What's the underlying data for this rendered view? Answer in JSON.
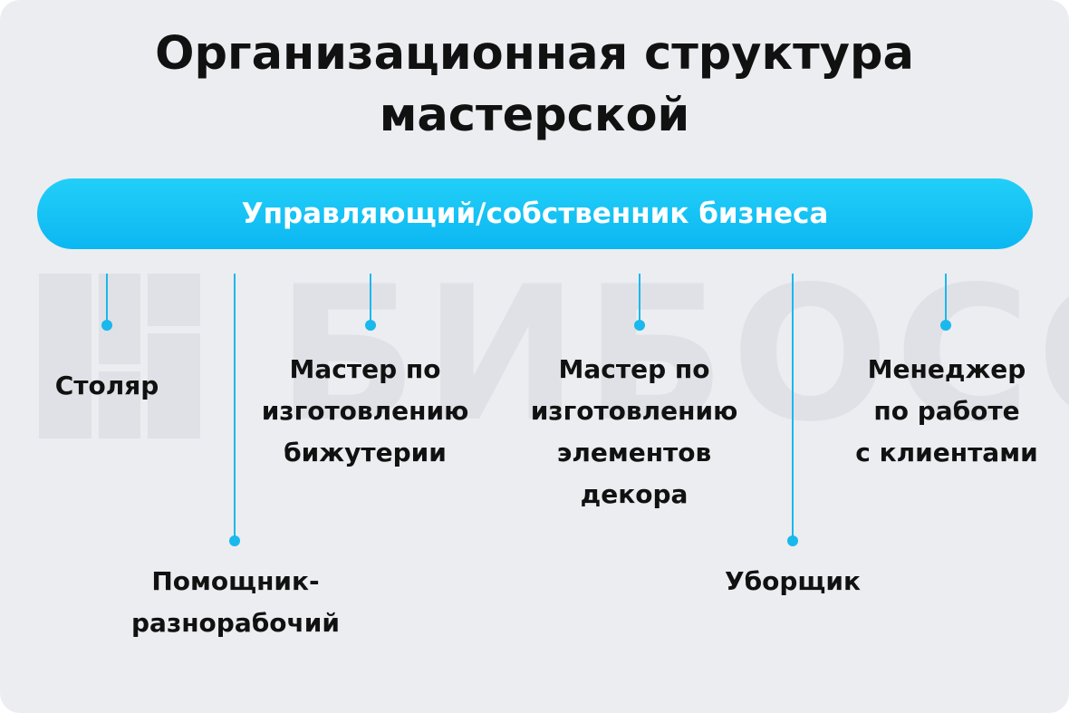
{
  "title": {
    "line1": "Организационная структура",
    "line2": "мастерской"
  },
  "top": {
    "label": "Управляющий/собственник бизнеса"
  },
  "watermark": {
    "text": "БИБОСС"
  },
  "roles": [
    {
      "lines": [
        "Столяр"
      ]
    },
    {
      "lines": [
        "Помощник-",
        "разнорабочий"
      ]
    },
    {
      "lines": [
        "Мастер по",
        "изготовлению",
        "бижутерии"
      ]
    },
    {
      "lines": [
        "Мастер по",
        "изготовлению",
        "элементов",
        "декора"
      ]
    },
    {
      "lines": [
        "Уборщик"
      ]
    },
    {
      "lines": [
        "Менеджер",
        "по работе",
        "с клиентами"
      ]
    }
  ],
  "colors": {
    "background": "#ecedf1",
    "accent": "#1ab8ec",
    "text": "#111111",
    "watermark": "#e0e1e6"
  }
}
